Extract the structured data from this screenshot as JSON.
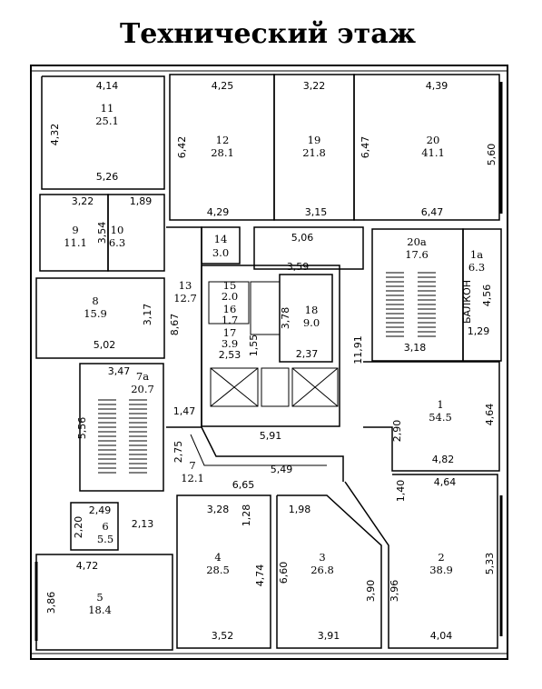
{
  "title": "Технический этаж",
  "balcony_label": "БАЛКОН",
  "rooms": [
    {
      "num": "11",
      "area": "25.1"
    },
    {
      "num": "12",
      "area": "28.1"
    },
    {
      "num": "19",
      "area": "21.8"
    },
    {
      "num": "20",
      "area": "41.1"
    },
    {
      "num": "9",
      "area": "11.1"
    },
    {
      "num": "10",
      "area": "6.3"
    },
    {
      "num": "14",
      "area": "3.0"
    },
    {
      "num": "20а",
      "area": "17.6"
    },
    {
      "num": "1а",
      "area": "6.3"
    },
    {
      "num": "13",
      "area": "12.7"
    },
    {
      "num": "15",
      "area": "2.0"
    },
    {
      "num": "16",
      "area": "1.7"
    },
    {
      "num": "17",
      "area": "3.9"
    },
    {
      "num": "18",
      "area": "9.0"
    },
    {
      "num": "8",
      "area": "15.9"
    },
    {
      "num": "7а",
      "area": "20.7"
    },
    {
      "num": "1",
      "area": "54.5"
    },
    {
      "num": "7",
      "area": "12.1"
    },
    {
      "num": "6",
      "area": "5.5"
    },
    {
      "num": "4",
      "area": "28.5"
    },
    {
      "num": "3",
      "area": "26.8"
    },
    {
      "num": "2",
      "area": "38.9"
    },
    {
      "num": "5",
      "area": "18.4"
    }
  ],
  "dimensions": [
    "4,14",
    "4,25",
    "3,22",
    "4,39",
    "4,32",
    "6,42",
    "6,47",
    "5,60",
    "5,26",
    "3,22",
    "1,89",
    "4,29",
    "3,15",
    "6,47",
    "3,54",
    "5,06",
    "3,59",
    "3,17",
    "4,56",
    "1,29",
    "8,67",
    "3,78",
    "1,55",
    "2,53",
    "2,37",
    "5,02",
    "3,18",
    "3,47",
    "11,91",
    "5,56",
    "1,47",
    "4,64",
    "2,90",
    "5,91",
    "2,75",
    "4,82",
    "6,65",
    "5,49",
    "1,40",
    "4,64",
    "3,28",
    "1,28",
    "1,98",
    "2,49",
    "2,20",
    "2,13",
    "4,72",
    "4,74",
    "6,60",
    "3,90",
    "3,96",
    "5,33",
    "3,86",
    "3,52",
    "3,91",
    "4,04"
  ]
}
